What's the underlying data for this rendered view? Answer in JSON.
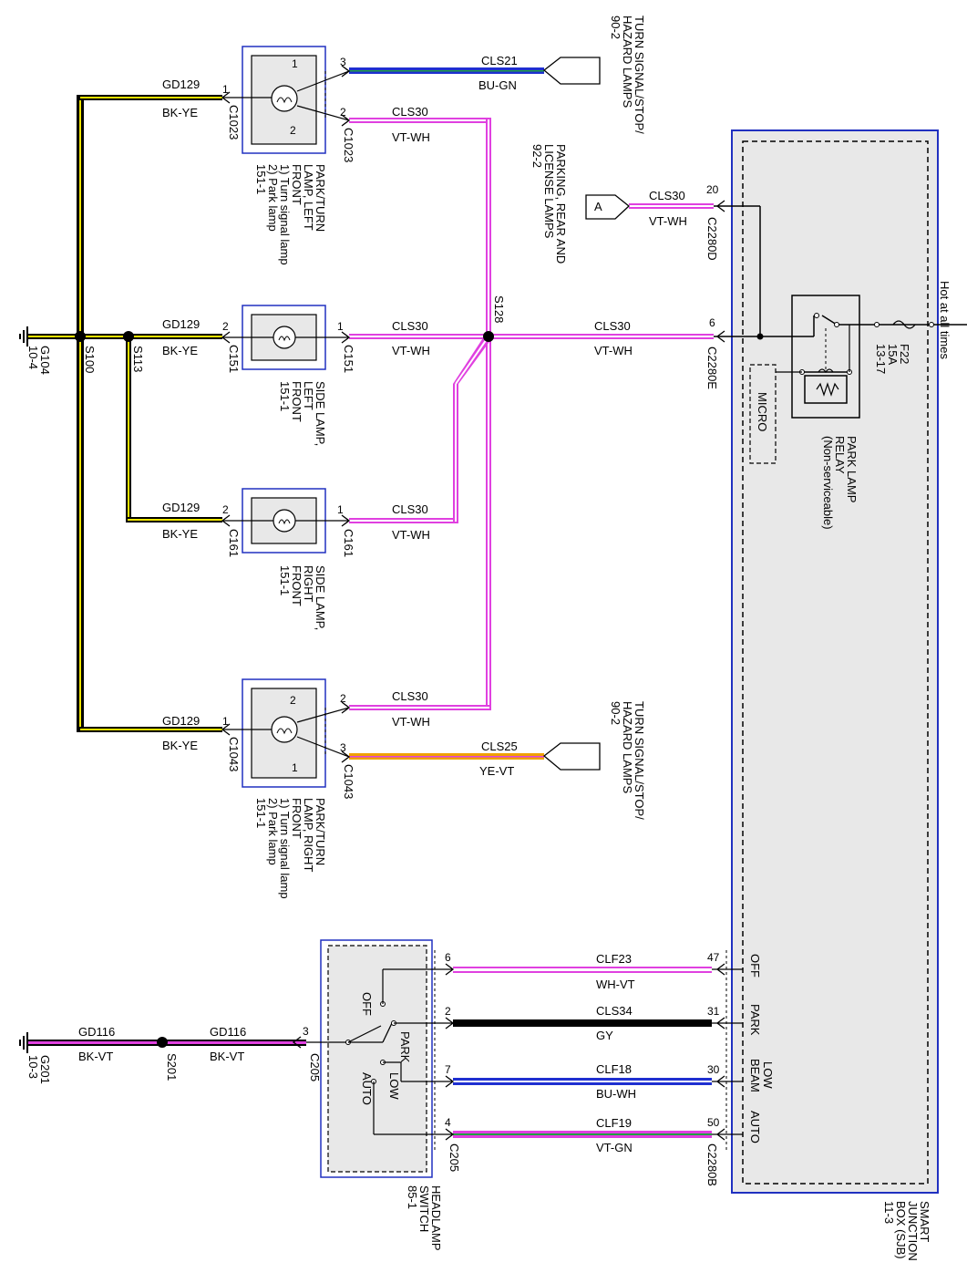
{
  "colors": {
    "black": "#000000",
    "yellow": "#f2e600",
    "violet": "#e040e0",
    "white": "#ffffff",
    "blue": "#1f2fd0",
    "green": "#20a040",
    "orange": "#f0a000",
    "gray": "#606060",
    "box_fill": "#e8e8e8",
    "box_border": "#2030c0"
  },
  "header": {
    "hot": "Hot at all times"
  },
  "fuse": {
    "name": "F22",
    "rating": "15A",
    "ref": "13-17"
  },
  "relay": {
    "line1": "PARK LAMP",
    "line2": "RELAY",
    "line3": "(Non-serviceable)"
  },
  "micro": "MICRO",
  "sjb": {
    "line1": "SMART",
    "line2": "JUNCTION",
    "line3": "BOX (SJB)",
    "line4": "11-3"
  },
  "grounds": {
    "g104_name": "G104",
    "g104_ref": "10-4",
    "g201_name": "G201",
    "g201_ref": "10-3"
  },
  "splices": {
    "s100": "S100",
    "s113": "S113",
    "s128": "S128",
    "s201": "S201"
  },
  "components": {
    "lf_park": {
      "line1": "PARK/TURN",
      "line2": "LAMP, LEFT",
      "line3": "FRONT",
      "line4": "1) Turn signal lamp",
      "line5": "2) Park lamp",
      "line6": "151-1"
    },
    "lf_side": {
      "line1": "SIDE LAMP,",
      "line2": "LEFT",
      "line3": "FRONT",
      "line4": "151-1"
    },
    "rf_side": {
      "line1": "SIDE LAMP,",
      "line2": "RIGHT",
      "line3": "FRONT",
      "line4": "151-1"
    },
    "rf_park": {
      "line1": "PARK/TURN",
      "line2": "LAMP, RIGHT",
      "line3": "FRONT",
      "line4": "1) Turn signal lamp",
      "line5": "2) Park lamp",
      "line6": "151-1"
    },
    "headlamp": {
      "line1": "HEADLAMP",
      "line2": "SWITCH",
      "line3": "85-1",
      "off": "OFF",
      "park": "PARK",
      "low": "LOW",
      "auto": "AUTO"
    }
  },
  "refs": {
    "turn_top_l1": "TURN SIGNAL/STOP/",
    "turn_top_l2": "HAZARD LAMPS",
    "turn_top_l3": "90-2",
    "parking_l1": "PARKING, REAR AND",
    "parking_l2": "LICENSE LAMPS",
    "parking_l3": "92-2",
    "parking_tag": "A",
    "turn_bot_l1": "TURN SIGNAL/STOP/",
    "turn_bot_l2": "HAZARD LAMPS",
    "turn_bot_l3": "90-2"
  },
  "sjb_labels": {
    "off": "OFF",
    "park": "PARK",
    "low": "LOW",
    "beam": "BEAM",
    "auto": "AUTO"
  },
  "wires": {
    "w1": {
      "circuit": "CLS21",
      "color": "BU-GN"
    },
    "w2": {
      "circuit": "GD129",
      "color": "BK-YE"
    },
    "w3": {
      "circuit": "CLS30",
      "color": "VT-WH"
    },
    "w4": {
      "circuit": "CLS30",
      "color": "VT-WH"
    },
    "w5": {
      "circuit": "GD129",
      "color": "BK-YE"
    },
    "w6": {
      "circuit": "CLS30",
      "color": "VT-WH"
    },
    "w7": {
      "circuit": "CLS30",
      "color": "VT-WH"
    },
    "w8": {
      "circuit": "GD129",
      "color": "BK-YE"
    },
    "w9": {
      "circuit": "CLS30",
      "color": "VT-WH"
    },
    "w10": {
      "circuit": "GD129",
      "color": "BK-YE"
    },
    "w11": {
      "circuit": "CLS30",
      "color": "VT-WH"
    },
    "w12": {
      "circuit": "CLS25",
      "color": "YE-VT"
    },
    "w13": {
      "circuit": "CLF23",
      "color": "WH-VT"
    },
    "w14": {
      "circuit": "CLS34",
      "color": "GY"
    },
    "w15": {
      "circuit": "CLF18",
      "color": "BU-WH"
    },
    "w16": {
      "circuit": "CLF19",
      "color": "VT-GN"
    },
    "w17": {
      "circuit": "GD116",
      "color": "BK-VT"
    },
    "w18": {
      "circuit": "GD116",
      "color": "BK-VT"
    }
  },
  "connectors": {
    "c1023a": {
      "name": "C1023",
      "pin": "1"
    },
    "c1023b": {
      "name": "C1023",
      "pin": "2"
    },
    "c1023c": {
      "pin": "3"
    },
    "c151a": {
      "name": "C151",
      "pin": "2"
    },
    "c151b": {
      "name": "C151",
      "pin": "1"
    },
    "c161a": {
      "name": "C161",
      "pin": "2"
    },
    "c161b": {
      "name": "C161",
      "pin": "1"
    },
    "c1043a": {
      "name": "C1043",
      "pin": "1"
    },
    "c1043b": {
      "pin": "2"
    },
    "c1043c": {
      "name": "C1043",
      "pin": "3"
    },
    "c2280d": {
      "name": "C2280D",
      "pin": "20"
    },
    "c2280e": {
      "name": "C2280E",
      "pin": "6"
    },
    "c2280b": {
      "name": "C2280B"
    },
    "c205": {
      "name": "C205"
    },
    "c205b": {
      "name": "C205"
    },
    "sw_pins": {
      "p6": "6",
      "p2": "2",
      "p7": "7",
      "p4": "4",
      "p3": "3"
    },
    "sjb_pins": {
      "p47": "47",
      "p31": "31",
      "p30": "30",
      "p50": "50"
    },
    "lamp_pins": {
      "a1": "1",
      "a2": "2",
      "b1": "1",
      "b2": "2"
    }
  }
}
